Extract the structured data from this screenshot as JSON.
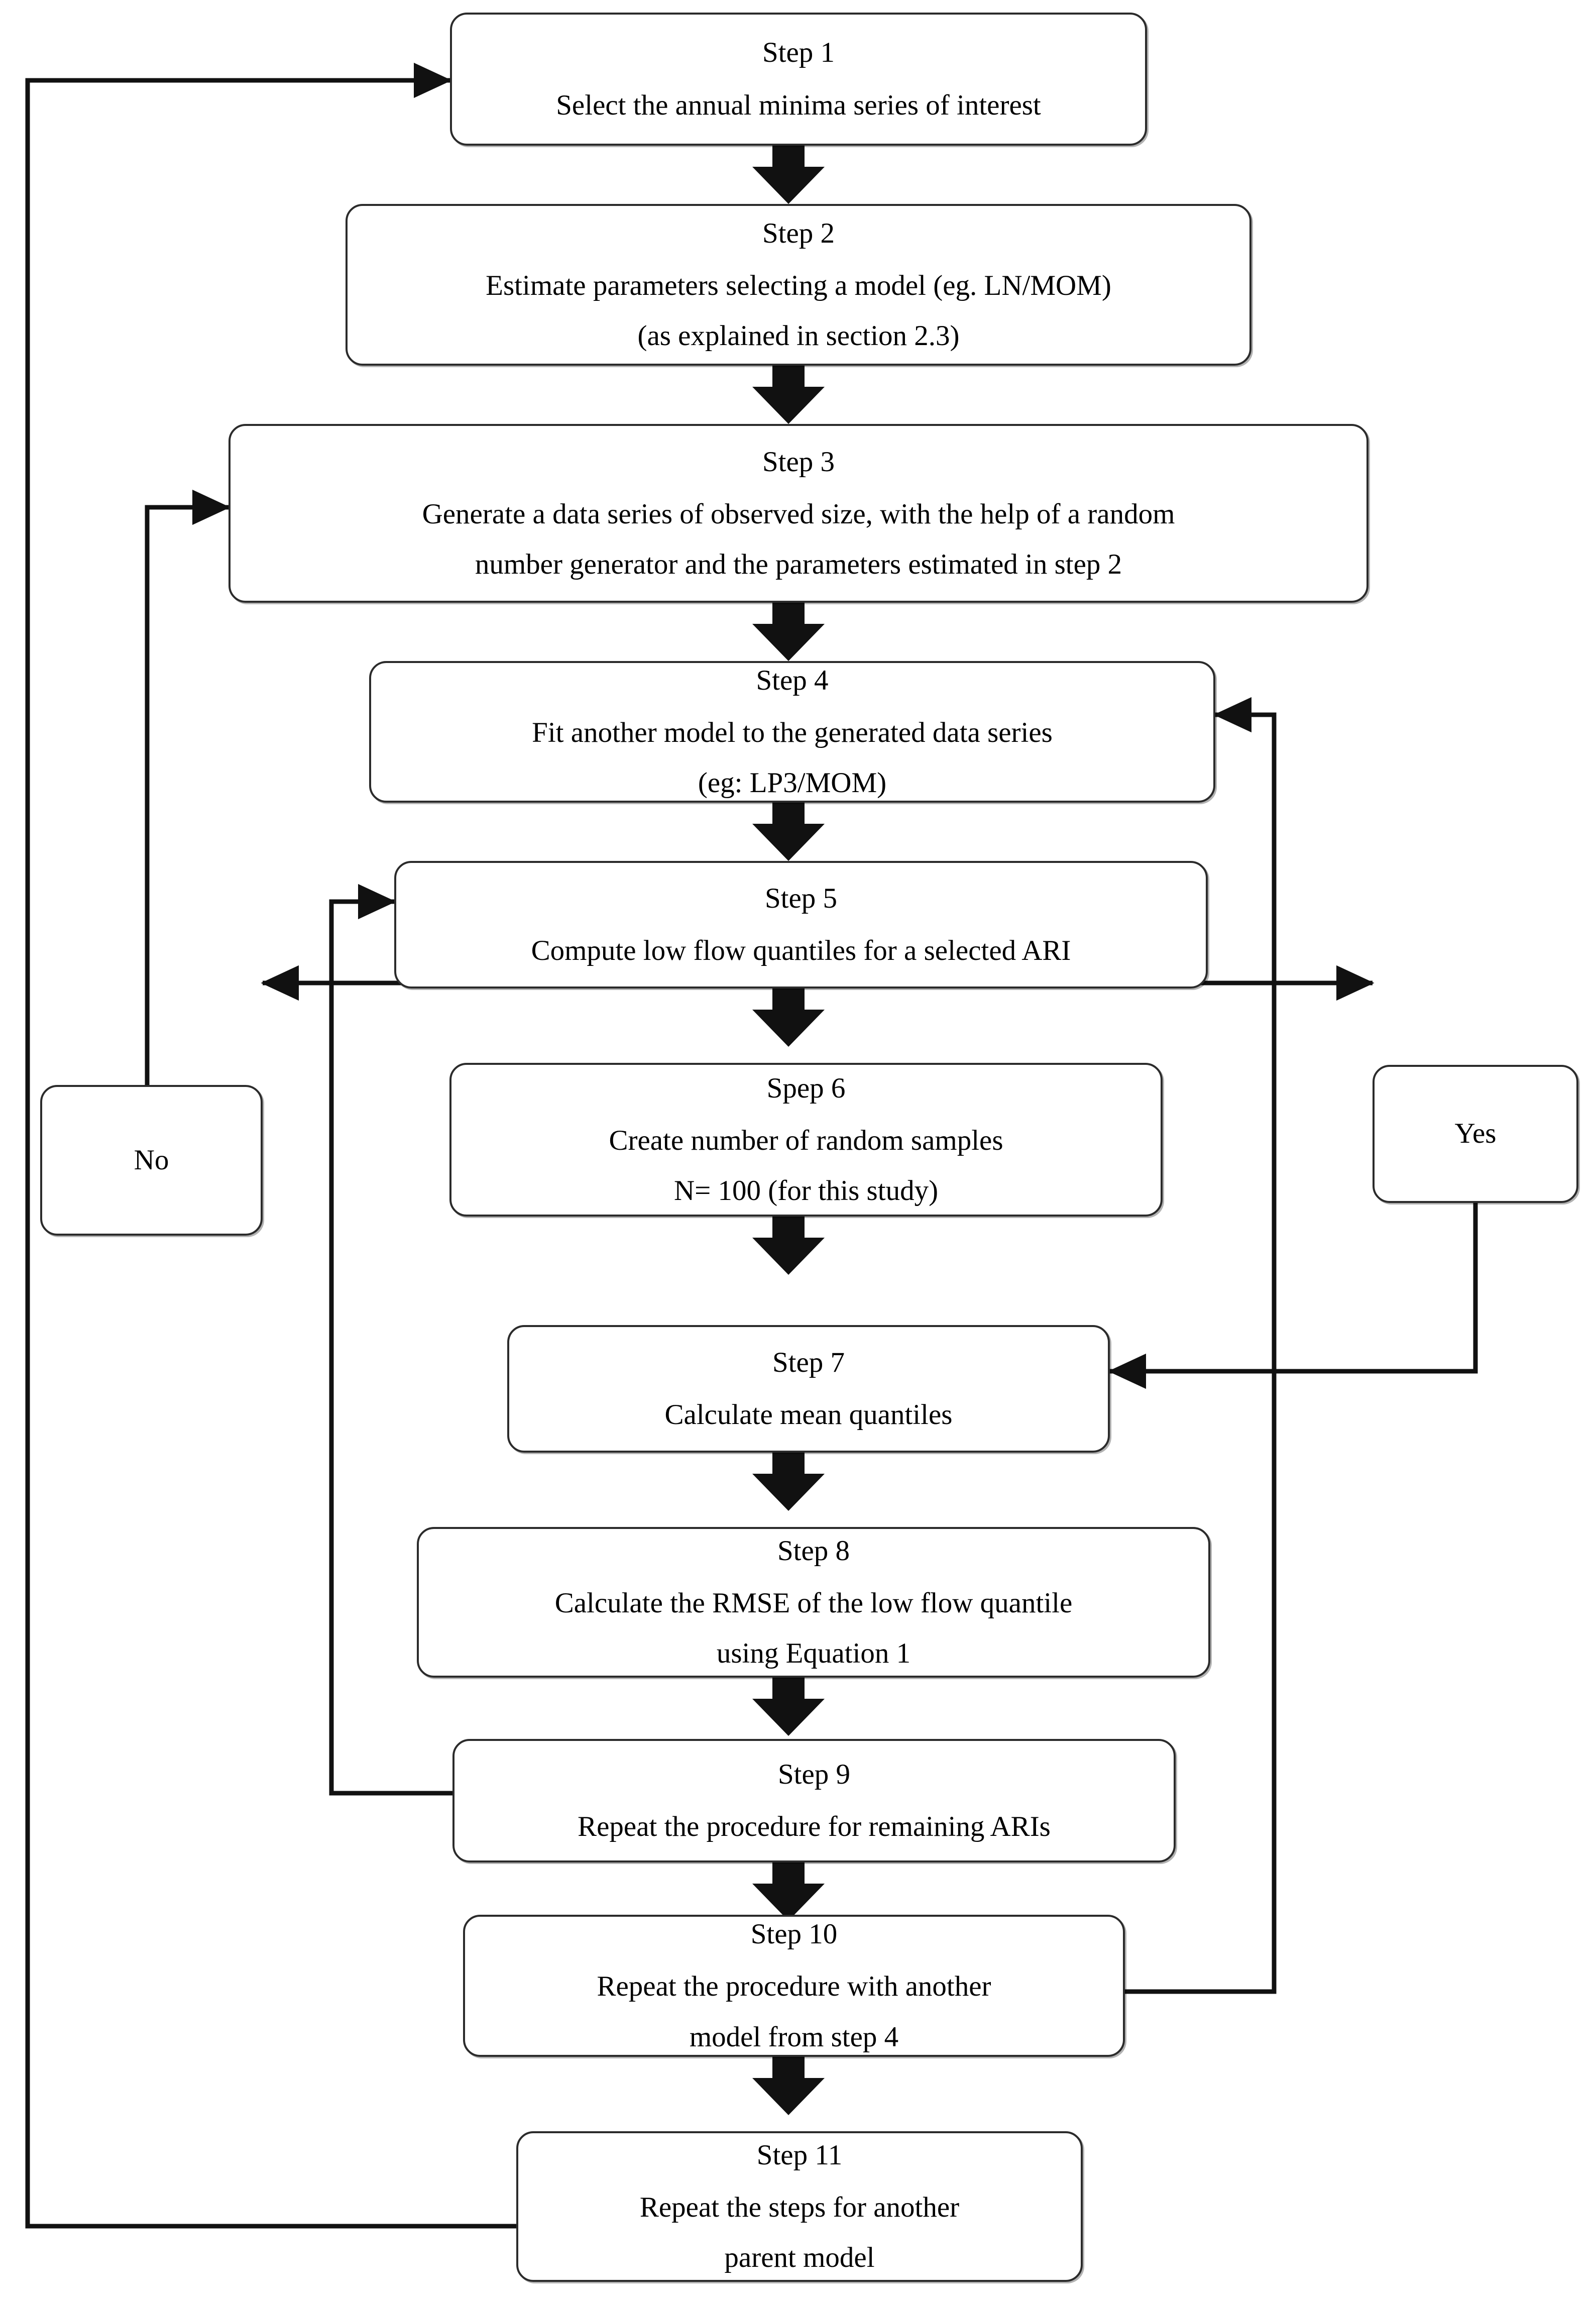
{
  "diagram": {
    "type": "flowchart",
    "orientation": "vertical",
    "title": "",
    "colors": {
      "box_border": "#2b2b2b",
      "box_fill": "#ffffff",
      "connector": "#111111",
      "text": "#000000"
    },
    "nodes": [
      {
        "id": "step1",
        "title": "Step 1",
        "lines": [
          "Select the annual minima series of interest"
        ]
      },
      {
        "id": "step2",
        "title": "Step 2",
        "lines": [
          "Estimate parameters selecting a model (eg. LN/MOM)",
          "(as explained in section 2.3)"
        ]
      },
      {
        "id": "step3",
        "title": "Step 3",
        "lines": [
          "Generate a data series of observed size, with the help of a random",
          "number generator and the parameters estimated in step 2"
        ]
      },
      {
        "id": "step4",
        "title": "Step 4",
        "lines": [
          "Fit another model to the generated data series",
          "(eg: LP3/MOM)"
        ]
      },
      {
        "id": "step5",
        "title": "Step 5",
        "lines": [
          "Compute low flow quantiles for a selected ARI"
        ]
      },
      {
        "id": "step6",
        "title": "Spep 6",
        "lines": [
          "Create number of random samples",
          "N= 100 (for this study)"
        ]
      },
      {
        "id": "step7",
        "title": "Step 7",
        "lines": [
          "Calculate mean quantiles"
        ]
      },
      {
        "id": "step8",
        "title": "Step 8",
        "lines": [
          "Calculate the RMSE of the low flow quantile",
          "using Equation 1"
        ]
      },
      {
        "id": "step9",
        "title": "Step 9",
        "lines": [
          "Repeat the procedure for remaining ARIs"
        ]
      },
      {
        "id": "step10",
        "title": "Step 10",
        "lines": [
          "Repeat the procedure with another",
          "model from step 4"
        ]
      },
      {
        "id": "step11",
        "title": "Step 11",
        "lines": [
          "Repeat the steps for another",
          "parent model"
        ]
      }
    ],
    "decisions": [
      {
        "id": "no",
        "label": "No"
      },
      {
        "id": "yes",
        "label": "Yes"
      }
    ],
    "edges": [
      {
        "from": "step1",
        "to": "step2",
        "kind": "block-arrow-down"
      },
      {
        "from": "step2",
        "to": "step3",
        "kind": "block-arrow-down"
      },
      {
        "from": "step3",
        "to": "step4",
        "kind": "block-arrow-down"
      },
      {
        "from": "step4",
        "to": "step5",
        "kind": "block-arrow-down"
      },
      {
        "from": "step5",
        "to": "step6",
        "kind": "block-arrow-down"
      },
      {
        "from": "step6",
        "to": "step7",
        "kind": "block-arrow-down"
      },
      {
        "from": "step7",
        "to": "step8",
        "kind": "block-arrow-down"
      },
      {
        "from": "step8",
        "to": "step9",
        "kind": "block-arrow-down"
      },
      {
        "from": "step9",
        "to": "step10",
        "kind": "block-arrow-down"
      },
      {
        "from": "step10",
        "to": "step11",
        "kind": "block-arrow-down"
      },
      {
        "from": "step6",
        "to": "no",
        "kind": "line-arrow-left"
      },
      {
        "from": "step6",
        "to": "yes",
        "kind": "line-arrow-right"
      },
      {
        "from": "no",
        "to": "step3",
        "kind": "feedback-up-right"
      },
      {
        "from": "yes",
        "to": "step7",
        "kind": "feedback-down-left"
      },
      {
        "from": "step9",
        "to": "step5",
        "kind": "feedback-up-right"
      },
      {
        "from": "step10",
        "to": "step4",
        "kind": "feedback-right-up"
      },
      {
        "from": "step11",
        "to": "step1",
        "kind": "feedback-left-up"
      }
    ]
  }
}
